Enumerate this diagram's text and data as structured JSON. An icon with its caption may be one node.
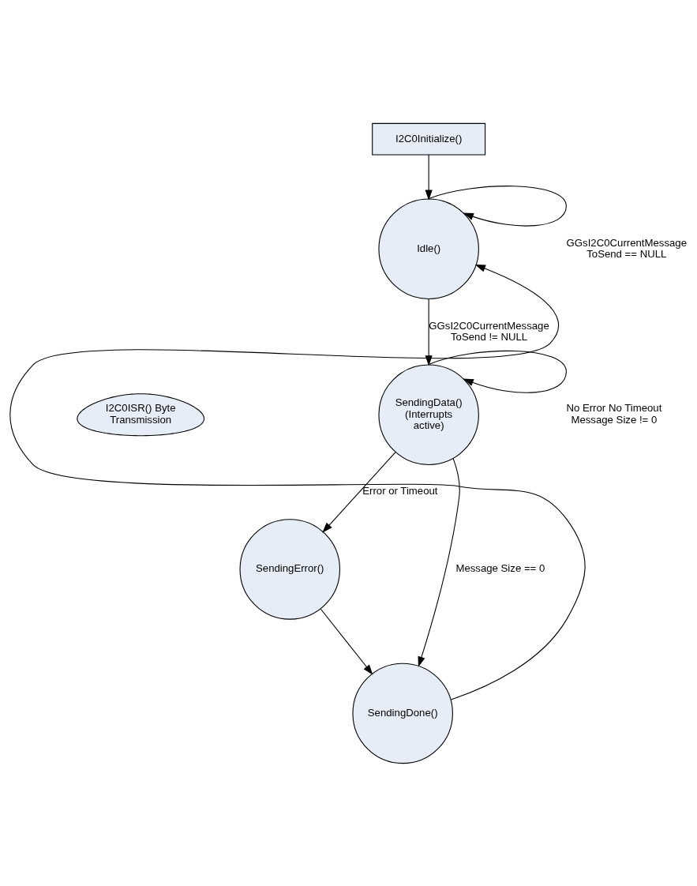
{
  "diagram": {
    "nodes": [
      {
        "text": [
          "I2C0Initialize()"
        ]
      },
      {
        "text": [
          "Idle()"
        ]
      },
      {
        "text": [
          "SendingData() (Interrupts active)"
        ]
      },
      {
        "text": [
          "I2C0ISR() Byte Transmission"
        ]
      },
      {
        "text": [
          "SendingError()"
        ]
      },
      {
        "text": [
          "SendingDone()"
        ]
      }
    ],
    "edges": [
      {
        "from": 0,
        "to": 1,
        "arrow": "to"
      },
      {
        "from": 1,
        "to": 1,
        "arrow": "to",
        "label": "GGsI2C0CurrentMessage ToSend == NULL"
      },
      {
        "from": 1,
        "to": 2,
        "arrow": "to",
        "label": "GGsI2C0CurrentMessage ToSend != NULL"
      },
      {
        "from": 2,
        "to": 2,
        "arrow": "to",
        "label": "No Error No Timeout Message Size != 0"
      },
      {
        "from": 2,
        "to": 4,
        "arrow": "to",
        "label": "Error or Timeout"
      },
      {
        "from": 2,
        "to": 5,
        "arrow": "to",
        "label": "Message Size == 0"
      },
      {
        "from": 4,
        "to": 5,
        "arrow": "to"
      },
      {
        "from": 5,
        "to": 1,
        "arrow": "to"
      }
    ]
  }
}
